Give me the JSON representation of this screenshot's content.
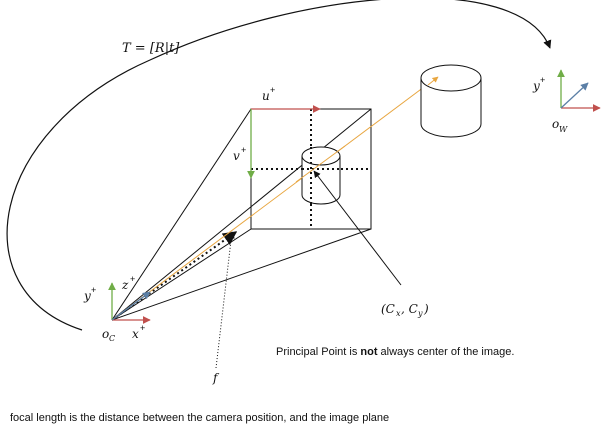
{
  "labels": {
    "transform": "T = [R|t]",
    "world_y": "y",
    "world_origin": "o",
    "world_origin_sub": "W",
    "cam_origin": "o",
    "cam_origin_sub": "C",
    "cam_x": "x",
    "cam_y": "y",
    "cam_z": "z",
    "plus": "+",
    "u_axis": "u",
    "v_axis": "v",
    "principal_point": "(C",
    "principal_point_x_sub": "x",
    "principal_point_sep": ", C",
    "principal_point_y_sub": "y",
    "principal_point_close": ")",
    "focal": "f"
  },
  "notes": {
    "principal_prefix": "Principal Point is ",
    "principal_bold": "not",
    "principal_suffix": " always center of the image.",
    "focal_note": "focal length is the distance between the camera position, and the image plane"
  },
  "colors": {
    "x_axis": "#c0504d",
    "y_axis": "#70ad47",
    "z_axis": "#5b7fa6",
    "ray": "#e8a640",
    "line": "#111111"
  }
}
